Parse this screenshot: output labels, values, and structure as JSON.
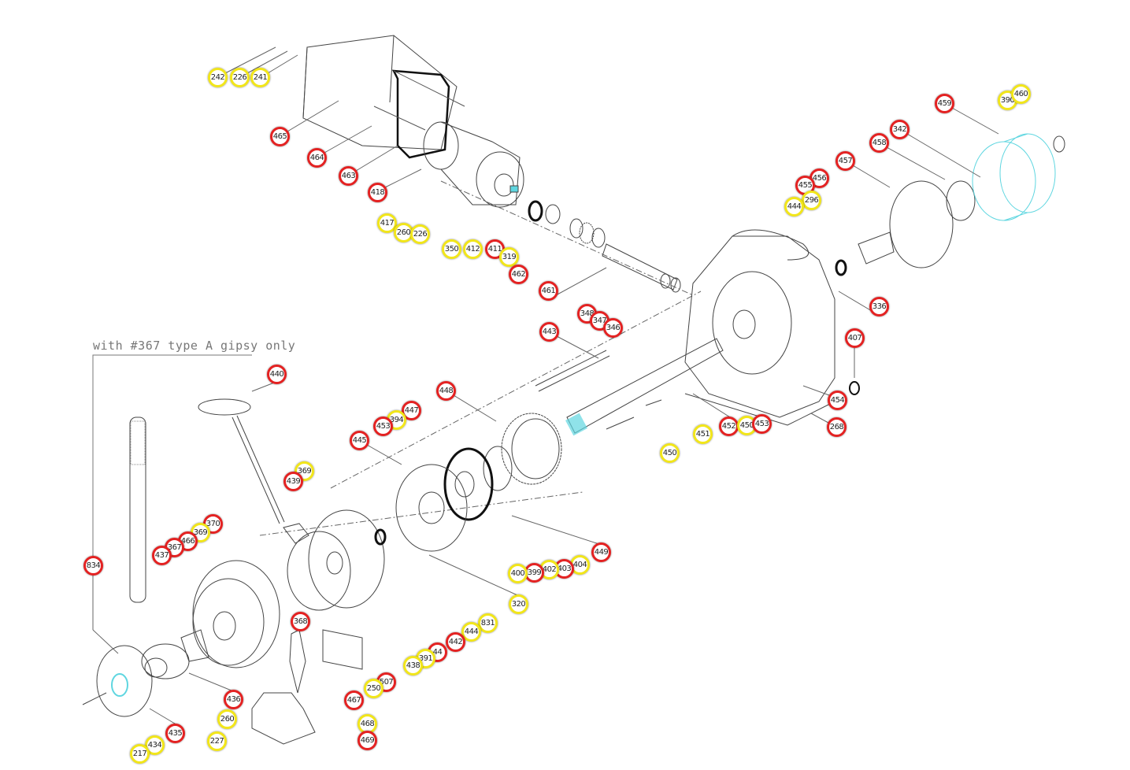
{
  "note": "with #367 type A gipsy only",
  "colors": {
    "red": "#e42222",
    "yellow": "#f2e61a",
    "highlight_part": "#5fd6e0"
  },
  "callouts": [
    {
      "label": "242",
      "color": "yellow"
    },
    {
      "label": "226",
      "color": "yellow"
    },
    {
      "label": "241",
      "color": "yellow"
    },
    {
      "label": "465",
      "color": "red"
    },
    {
      "label": "464",
      "color": "red"
    },
    {
      "label": "463",
      "color": "red"
    },
    {
      "label": "418",
      "color": "red"
    },
    {
      "label": "417",
      "color": "yellow"
    },
    {
      "label": "260",
      "color": "yellow"
    },
    {
      "label": "226",
      "color": "yellow"
    },
    {
      "label": "350",
      "color": "yellow"
    },
    {
      "label": "412",
      "color": "yellow"
    },
    {
      "label": "411",
      "color": "red"
    },
    {
      "label": "319",
      "color": "yellow"
    },
    {
      "label": "462",
      "color": "red"
    },
    {
      "label": "461",
      "color": "red"
    },
    {
      "label": "348",
      "color": "red"
    },
    {
      "label": "347",
      "color": "red"
    },
    {
      "label": "346",
      "color": "red"
    },
    {
      "label": "443",
      "color": "red"
    },
    {
      "label": "459",
      "color": "red"
    },
    {
      "label": "390",
      "color": "yellow"
    },
    {
      "label": "460",
      "color": "yellow"
    },
    {
      "label": "342",
      "color": "red"
    },
    {
      "label": "458",
      "color": "red"
    },
    {
      "label": "457",
      "color": "red"
    },
    {
      "label": "456",
      "color": "red"
    },
    {
      "label": "455",
      "color": "red"
    },
    {
      "label": "296",
      "color": "yellow"
    },
    {
      "label": "444",
      "color": "yellow"
    },
    {
      "label": "336",
      "color": "red"
    },
    {
      "label": "407",
      "color": "red"
    },
    {
      "label": "454",
      "color": "red"
    },
    {
      "label": "268",
      "color": "red"
    },
    {
      "label": "452",
      "color": "red"
    },
    {
      "label": "450",
      "color": "yellow"
    },
    {
      "label": "453",
      "color": "red"
    },
    {
      "label": "451",
      "color": "yellow"
    },
    {
      "label": "450",
      "color": "yellow"
    },
    {
      "label": "448",
      "color": "red"
    },
    {
      "label": "447",
      "color": "red"
    },
    {
      "label": "394",
      "color": "yellow"
    },
    {
      "label": "453",
      "color": "red"
    },
    {
      "label": "445",
      "color": "red"
    },
    {
      "label": "440",
      "color": "red"
    },
    {
      "label": "369",
      "color": "yellow"
    },
    {
      "label": "439",
      "color": "red"
    },
    {
      "label": "370",
      "color": "red"
    },
    {
      "label": "369",
      "color": "yellow"
    },
    {
      "label": "466",
      "color": "red"
    },
    {
      "label": "367",
      "color": "red"
    },
    {
      "label": "437",
      "color": "red"
    },
    {
      "label": "834",
      "color": "red"
    },
    {
      "label": "449",
      "color": "red"
    },
    {
      "label": "404",
      "color": "yellow"
    },
    {
      "label": "403",
      "color": "red"
    },
    {
      "label": "402",
      "color": "yellow"
    },
    {
      "label": "399",
      "color": "red"
    },
    {
      "label": "400",
      "color": "yellow"
    },
    {
      "label": "320",
      "color": "yellow"
    },
    {
      "label": "831",
      "color": "yellow"
    },
    {
      "label": "444",
      "color": "yellow"
    },
    {
      "label": "442",
      "color": "red"
    },
    {
      "label": "44",
      "color": "red"
    },
    {
      "label": "391",
      "color": "yellow"
    },
    {
      "label": "438",
      "color": "yellow"
    },
    {
      "label": "507",
      "color": "red"
    },
    {
      "label": "250",
      "color": "yellow"
    },
    {
      "label": "368",
      "color": "red"
    },
    {
      "label": "467",
      "color": "red"
    },
    {
      "label": "436",
      "color": "red"
    },
    {
      "label": "468",
      "color": "yellow"
    },
    {
      "label": "469",
      "color": "red"
    },
    {
      "label": "435",
      "color": "red"
    },
    {
      "label": "260",
      "color": "yellow"
    },
    {
      "label": "227",
      "color": "yellow"
    },
    {
      "label": "434",
      "color": "yellow"
    },
    {
      "label": "217",
      "color": "yellow"
    }
  ]
}
